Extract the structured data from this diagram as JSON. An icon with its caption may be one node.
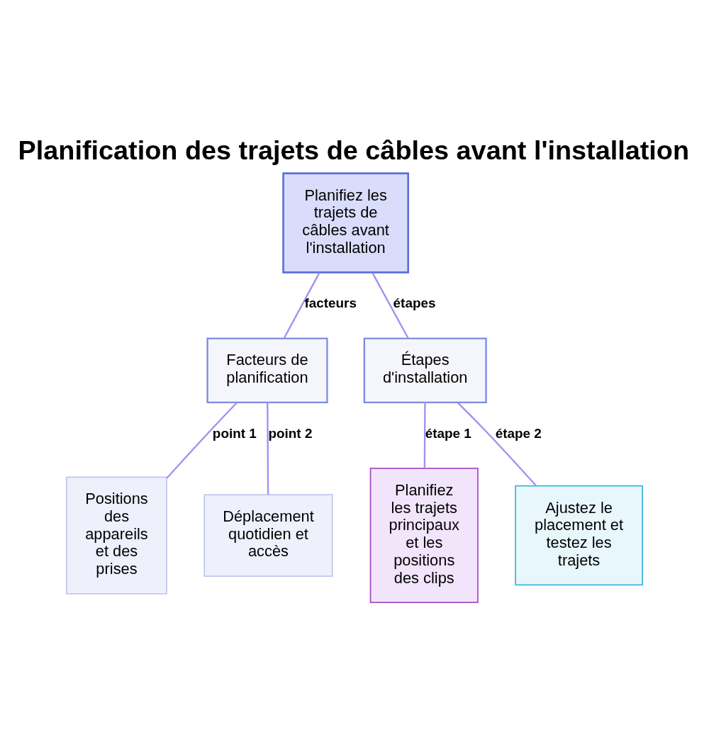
{
  "diagram": {
    "title": "Planification des trajets de câbles avant l'installation",
    "nodes": [
      {
        "text": [
          "Planifiez les trajets de câbles avant l'installation"
        ]
      },
      {
        "text": [
          "Facteurs de planification"
        ]
      },
      {
        "text": [
          "Étapes d'installation"
        ]
      },
      {
        "text": [
          "Positions des appareils et des prises"
        ]
      },
      {
        "text": [
          "Déplacement quotidien et accès"
        ]
      },
      {
        "text": [
          "Planifiez les trajets principaux et les positions des clips"
        ]
      },
      {
        "text": [
          "Ajustez le placement et testez les trajets"
        ]
      }
    ],
    "edges": [
      {
        "from": 0,
        "to": 1,
        "arrow": "none",
        "label": "facteurs"
      },
      {
        "from": 0,
        "to": 2,
        "arrow": "none",
        "label": "étapes"
      },
      {
        "from": 1,
        "to": 3,
        "arrow": "none",
        "label": "point 1"
      },
      {
        "from": 1,
        "to": 4,
        "arrow": "none",
        "label": "point 2"
      },
      {
        "from": 2,
        "to": 5,
        "arrow": "none",
        "label": "étape 1"
      },
      {
        "from": 2,
        "to": 6,
        "arrow": "none",
        "label": "étape 2"
      }
    ]
  }
}
